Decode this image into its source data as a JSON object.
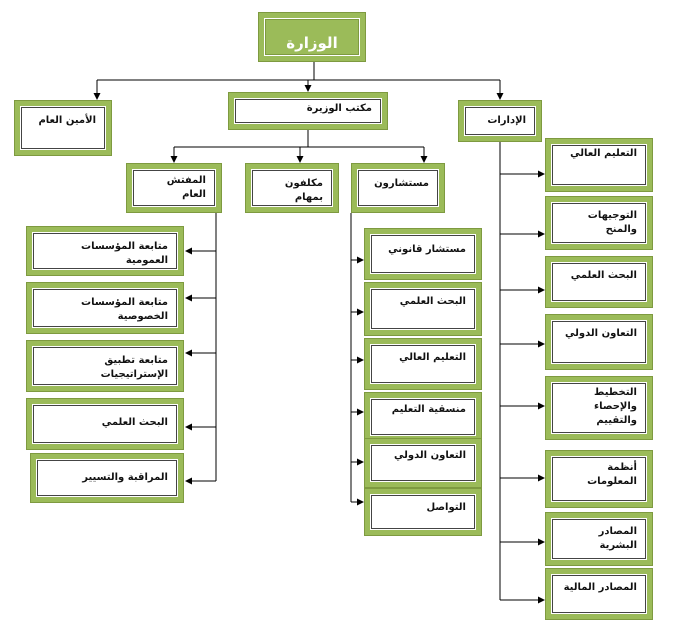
{
  "colors": {
    "box_border": "#9bbb59",
    "top_fill": "#9bbb59",
    "line": "#000000"
  },
  "ministry": "الوزارة",
  "top_row": {
    "secretary_general": "الأمين العام",
    "minister_office": "مكتب الوزيرة",
    "directorates": "الإدارات"
  },
  "office_children": {
    "inspector_general": "المفتش العام",
    "task_officers": "مكلفون بمهام",
    "advisors": "مستشارون"
  },
  "inspector_items": [
    "متابعة المؤسسات العمومية",
    "متابعة المؤسسات الخصوصية",
    "متابعة تطبيق الإستراتيجيات",
    "البحث العلمي",
    "المراقبة والتسيير"
  ],
  "advisor_items": [
    "مستشار قانوني",
    "البحث العلمي",
    "التعليم العالي",
    "منسقية التعليم",
    "التعاون الدولي",
    "التواصل"
  ],
  "directorate_items": [
    "التعليم العالي",
    "التوجيهات والمنح",
    "البحث العلمي",
    "التعاون الدولي",
    [
      "التخطيط",
      "والإحصاء والتقييم"
    ],
    "أنظمة المعلومات",
    "المصادر البشرية",
    "المصادر المالية"
  ]
}
